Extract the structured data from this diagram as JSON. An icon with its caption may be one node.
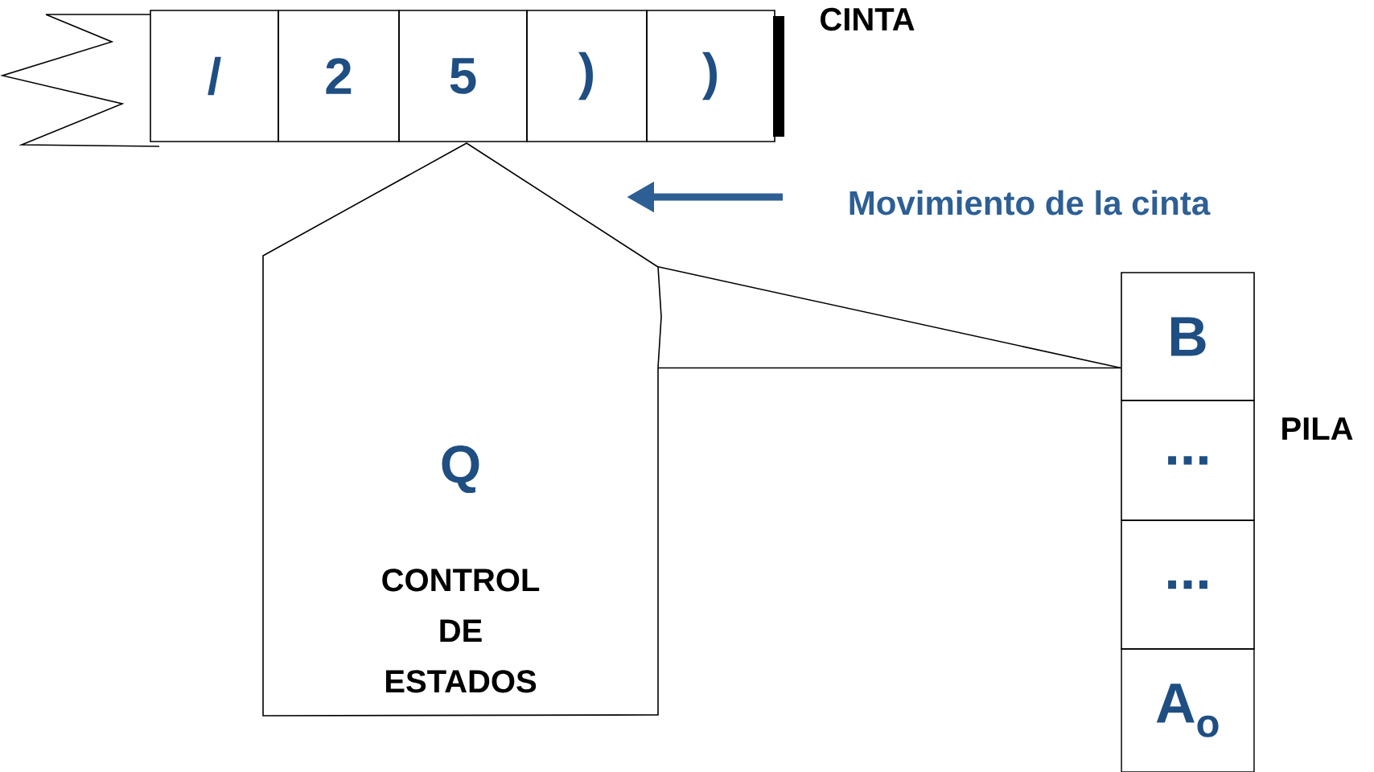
{
  "diagram": {
    "nodes": [
      {
        "text": [
          "/"
        ]
      },
      {
        "text": [
          "2"
        ]
      },
      {
        "text": [
          "5"
        ]
      },
      {
        "text": [
          ")"
        ]
      },
      {
        "text": [
          ")"
        ]
      },
      {
        "text": [
          "Q",
          "CONTROL DE ESTADOS"
        ]
      },
      {
        "text": [
          "B"
        ]
      },
      {
        "text": [
          "..."
        ]
      },
      {
        "text": [
          "..."
        ]
      },
      {
        "text": [
          "A$_{o}$"
        ]
      }
    ],
    "edges": [
      {
        "from": 5,
        "to": 6,
        "arrow": "none"
      },
      {
        "from": 5,
        "to": 6,
        "arrow": "none"
      }
    ],
    "labels": [
      "CINTA",
      "Movimiento de la cinta",
      "PILA"
    ]
  }
}
